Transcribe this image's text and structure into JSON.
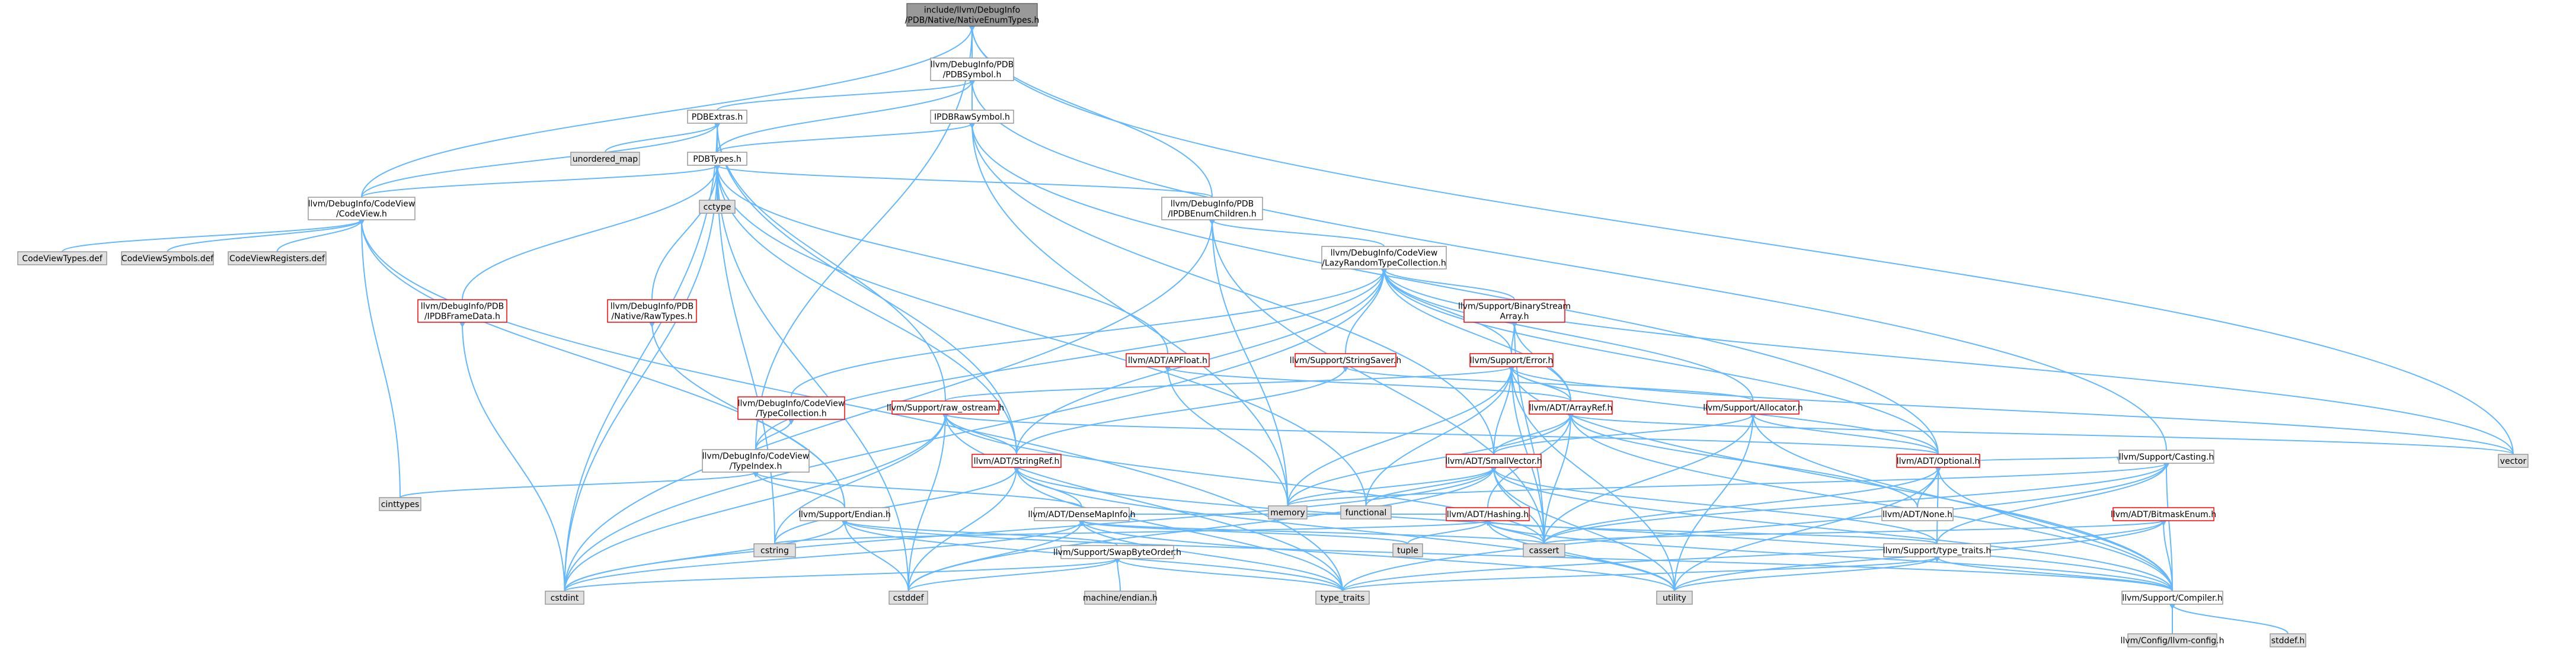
{
  "nodes": {
    "root": {
      "lines": [
        "include/llvm/DebugInfo",
        "/PDB/Native/NativeEnumTypes.h"
      ],
      "kind": "root"
    },
    "pdbsymbol": {
      "lines": [
        "llvm/DebugInfo/PDB",
        "/PDBSymbol.h"
      ],
      "kind": "normal"
    },
    "pdbextras": {
      "lines": [
        "PDBExtras.h"
      ],
      "kind": "normal"
    },
    "ipdbrawsymbol": {
      "lines": [
        "IPDBRawSymbol.h"
      ],
      "kind": "normal"
    },
    "unordered_map": {
      "lines": [
        "unordered_map"
      ],
      "kind": "gray"
    },
    "pdbtypes": {
      "lines": [
        "PDBTypes.h"
      ],
      "kind": "normal"
    },
    "cctype": {
      "lines": [
        "cctype"
      ],
      "kind": "gray"
    },
    "codeview": {
      "lines": [
        "llvm/DebugInfo/CodeView",
        "/CodeView.h"
      ],
      "kind": "normal"
    },
    "ipdbenumchildren": {
      "lines": [
        "llvm/DebugInfo/PDB",
        "/IPDBEnumChildren.h"
      ],
      "kind": "normal"
    },
    "cvtypes": {
      "lines": [
        "CodeViewTypes.def"
      ],
      "kind": "gray"
    },
    "cvsymbols": {
      "lines": [
        "CodeViewSymbols.def"
      ],
      "kind": "gray"
    },
    "cvregisters": {
      "lines": [
        "CodeViewRegisters.def"
      ],
      "kind": "gray"
    },
    "lazyrandom": {
      "lines": [
        "llvm/DebugInfo/CodeView",
        "/LazyRandomTypeCollection.h"
      ],
      "kind": "normal"
    },
    "ipdbframedata": {
      "lines": [
        "llvm/DebugInfo/PDB",
        "/IPDBFrameData.h"
      ],
      "kind": "red"
    },
    "rawtypes": {
      "lines": [
        "llvm/DebugInfo/PDB",
        "/Native/RawTypes.h"
      ],
      "kind": "red"
    },
    "binarystreamarray": {
      "lines": [
        "llvm/Support/BinaryStream",
        "Array.h"
      ],
      "kind": "red"
    },
    "stringsaver": {
      "lines": [
        "llvm/Support/StringSaver.h"
      ],
      "kind": "red"
    },
    "error": {
      "lines": [
        "llvm/Support/Error.h"
      ],
      "kind": "red"
    },
    "apfloat": {
      "lines": [
        "llvm/ADT/APFloat.h"
      ],
      "kind": "red"
    },
    "typecollection": {
      "lines": [
        "llvm/DebugInfo/CodeView",
        "/TypeCollection.h"
      ],
      "kind": "red"
    },
    "raw_ostream": {
      "lines": [
        "llvm/Support/raw_ostream.h"
      ],
      "kind": "red"
    },
    "arrayref": {
      "lines": [
        "llvm/ADT/ArrayRef.h"
      ],
      "kind": "red"
    },
    "allocator": {
      "lines": [
        "llvm/Support/Allocator.h"
      ],
      "kind": "red"
    },
    "casting": {
      "lines": [
        "llvm/Support/Casting.h"
      ],
      "kind": "normal"
    },
    "typeindex": {
      "lines": [
        "llvm/DebugInfo/CodeView",
        "/TypeIndex.h"
      ],
      "kind": "normal"
    },
    "stringref": {
      "lines": [
        "llvm/ADT/StringRef.h"
      ],
      "kind": "red"
    },
    "smallvector": {
      "lines": [
        "llvm/ADT/SmallVector.h"
      ],
      "kind": "red"
    },
    "optional": {
      "lines": [
        "llvm/ADT/Optional.h"
      ],
      "kind": "red"
    },
    "vector": {
      "lines": [
        "vector"
      ],
      "kind": "gray"
    },
    "cinttypes": {
      "lines": [
        "cinttypes"
      ],
      "kind": "gray"
    },
    "memory": {
      "lines": [
        "memory"
      ],
      "kind": "gray"
    },
    "functional": {
      "lines": [
        "functional"
      ],
      "kind": "gray"
    },
    "endian": {
      "lines": [
        "llvm/Support/Endian.h"
      ],
      "kind": "normal"
    },
    "densemapinfo": {
      "lines": [
        "llvm/ADT/DenseMapInfo.h"
      ],
      "kind": "normal"
    },
    "hashing": {
      "lines": [
        "llvm/ADT/Hashing.h"
      ],
      "kind": "red"
    },
    "none": {
      "lines": [
        "llvm/ADT/None.h"
      ],
      "kind": "normal"
    },
    "bitmaskenum": {
      "lines": [
        "llvm/ADT/BitmaskEnum.h"
      ],
      "kind": "red"
    },
    "cstring": {
      "lines": [
        "cstring"
      ],
      "kind": "gray"
    },
    "swapbyteorder": {
      "lines": [
        "llvm/Support/SwapByteOrder.h"
      ],
      "kind": "normal"
    },
    "tuple": {
      "lines": [
        "tuple"
      ],
      "kind": "gray"
    },
    "cassert": {
      "lines": [
        "cassert"
      ],
      "kind": "gray"
    },
    "type_traits_h": {
      "lines": [
        "llvm/Support/type_traits.h"
      ],
      "kind": "normal"
    },
    "cstdint": {
      "lines": [
        "cstdint"
      ],
      "kind": "gray"
    },
    "cstddef": {
      "lines": [
        "cstddef"
      ],
      "kind": "gray"
    },
    "machine_endian": {
      "lines": [
        "machine/endian.h"
      ],
      "kind": "gray"
    },
    "type_traits": {
      "lines": [
        "type_traits"
      ],
      "kind": "gray"
    },
    "utility": {
      "lines": [
        "utility"
      ],
      "kind": "gray"
    },
    "compiler": {
      "lines": [
        "llvm/Support/Compiler.h"
      ],
      "kind": "normal"
    },
    "llvmconfig": {
      "lines": [
        "llvm/Config/llvm-config.h"
      ],
      "kind": "gray"
    },
    "stddef": {
      "lines": [
        "stddef.h"
      ],
      "kind": "gray"
    }
  },
  "edges": [
    [
      "root",
      "pdbsymbol"
    ],
    [
      "root",
      "codeview"
    ],
    [
      "root",
      "ipdbenumchildren"
    ],
    [
      "root",
      "typeindex"
    ],
    [
      "root",
      "vector"
    ],
    [
      "pdbsymbol",
      "pdbextras"
    ],
    [
      "pdbsymbol",
      "ipdbrawsymbol"
    ],
    [
      "pdbsymbol",
      "pdbtypes"
    ],
    [
      "pdbsymbol",
      "casting"
    ],
    [
      "pdbextras",
      "unordered_map"
    ],
    [
      "pdbextras",
      "pdbtypes"
    ],
    [
      "pdbextras",
      "codeview"
    ],
    [
      "pdbextras",
      "raw_ostream"
    ],
    [
      "pdbextras",
      "cstdint"
    ],
    [
      "pdbextras",
      "stringref"
    ],
    [
      "ipdbrawsymbol",
      "pdbtypes"
    ],
    [
      "ipdbrawsymbol",
      "smallvector"
    ],
    [
      "ipdbrawsymbol",
      "memory"
    ],
    [
      "ipdbrawsymbol",
      "optional"
    ],
    [
      "pdbtypes",
      "cctype"
    ],
    [
      "pdbtypes",
      "codeview"
    ],
    [
      "pdbtypes",
      "ipdbenumchildren"
    ],
    [
      "pdbtypes",
      "ipdbframedata"
    ],
    [
      "pdbtypes",
      "rawtypes"
    ],
    [
      "pdbtypes",
      "apfloat"
    ],
    [
      "pdbtypes",
      "stringref"
    ],
    [
      "pdbtypes",
      "cstddef"
    ],
    [
      "pdbtypes",
      "cstdint"
    ],
    [
      "pdbtypes",
      "cstring"
    ],
    [
      "pdbtypes",
      "functional"
    ],
    [
      "codeview",
      "cvtypes"
    ],
    [
      "codeview",
      "cvsymbols"
    ],
    [
      "codeview",
      "cvregisters"
    ],
    [
      "codeview",
      "cinttypes"
    ],
    [
      "codeview",
      "type_traits"
    ],
    [
      "codeview",
      "endian"
    ],
    [
      "ipdbenumchildren",
      "lazyrandom"
    ],
    [
      "ipdbenumchildren",
      "cassert"
    ],
    [
      "ipdbenumchildren",
      "cstdint"
    ],
    [
      "ipdbenumchildren",
      "memory"
    ],
    [
      "lazyrandom",
      "typecollection"
    ],
    [
      "lazyrandom",
      "typeindex"
    ],
    [
      "lazyrandom",
      "arrayref"
    ],
    [
      "lazyrandom",
      "optional"
    ],
    [
      "lazyrandom",
      "stringref"
    ],
    [
      "lazyrandom",
      "binarystreamarray"
    ],
    [
      "lazyrandom",
      "stringsaver"
    ],
    [
      "lazyrandom",
      "error"
    ],
    [
      "lazyrandom",
      "allocator"
    ],
    [
      "lazyrandom",
      "vector"
    ],
    [
      "lazyrandom",
      "cstdint"
    ],
    [
      "ipdbframedata",
      "cstdint"
    ],
    [
      "rawtypes",
      "endian"
    ],
    [
      "binarystreamarray",
      "arrayref"
    ],
    [
      "binarystreamarray",
      "error"
    ],
    [
      "binarystreamarray",
      "cassert"
    ],
    [
      "stringsaver",
      "stringref"
    ],
    [
      "stringsaver",
      "allocator"
    ],
    [
      "error",
      "raw_ostream"
    ],
    [
      "error",
      "smallvector"
    ],
    [
      "error",
      "optional"
    ],
    [
      "error",
      "arrayref"
    ],
    [
      "error",
      "cassert"
    ],
    [
      "error",
      "memory"
    ],
    [
      "error",
      "functional"
    ],
    [
      "error",
      "compiler"
    ],
    [
      "error",
      "utility"
    ],
    [
      "error",
      "vector"
    ],
    [
      "apfloat",
      "arrayref"
    ],
    [
      "apfloat",
      "memory"
    ],
    [
      "typecollection",
      "typeindex"
    ],
    [
      "raw_ostream",
      "stringref"
    ],
    [
      "raw_ostream",
      "optional"
    ],
    [
      "raw_ostream",
      "cstdint"
    ],
    [
      "raw_ostream",
      "cstddef"
    ],
    [
      "raw_ostream",
      "cassert"
    ],
    [
      "raw_ostream",
      "cstring"
    ],
    [
      "raw_ostream",
      "type_traits"
    ],
    [
      "arrayref",
      "smallvector"
    ],
    [
      "arrayref",
      "hashing"
    ],
    [
      "arrayref",
      "none"
    ],
    [
      "arrayref",
      "cassert"
    ],
    [
      "arrayref",
      "memory"
    ],
    [
      "arrayref",
      "vector"
    ],
    [
      "arrayref",
      "compiler"
    ],
    [
      "allocator",
      "smallvector"
    ],
    [
      "allocator",
      "compiler"
    ],
    [
      "allocator",
      "cassert"
    ],
    [
      "allocator",
      "utility"
    ],
    [
      "allocator",
      "optional"
    ],
    [
      "casting",
      "optional"
    ],
    [
      "casting",
      "compiler"
    ],
    [
      "casting",
      "type_traits_h"
    ],
    [
      "casting",
      "cassert"
    ],
    [
      "casting",
      "memory"
    ],
    [
      "casting",
      "type_traits"
    ],
    [
      "typeindex",
      "endian"
    ],
    [
      "typeindex",
      "cinttypes"
    ],
    [
      "typeindex",
      "densemapinfo"
    ],
    [
      "stringref",
      "densemapinfo"
    ],
    [
      "stringref",
      "compiler"
    ],
    [
      "stringref",
      "cstring"
    ],
    [
      "stringref",
      "cstddef"
    ],
    [
      "stringref",
      "type_traits"
    ],
    [
      "stringref",
      "utility"
    ],
    [
      "smallvector",
      "compiler"
    ],
    [
      "smallvector",
      "type_traits_h"
    ],
    [
      "smallvector",
      "cassert"
    ],
    [
      "smallvector",
      "cstddef"
    ],
    [
      "smallvector",
      "cstdint"
    ],
    [
      "smallvector",
      "functional"
    ],
    [
      "smallvector",
      "memory"
    ],
    [
      "smallvector",
      "utility"
    ],
    [
      "optional",
      "none"
    ],
    [
      "optional",
      "compiler"
    ],
    [
      "optional",
      "type_traits_h"
    ],
    [
      "optional",
      "cassert"
    ],
    [
      "optional",
      "utility"
    ],
    [
      "endian",
      "swapbyteorder"
    ],
    [
      "endian",
      "compiler"
    ],
    [
      "endian",
      "cstddef"
    ],
    [
      "endian",
      "cstdint"
    ],
    [
      "endian",
      "type_traits"
    ],
    [
      "densemapinfo",
      "hashing"
    ],
    [
      "densemapinfo",
      "cassert"
    ],
    [
      "densemapinfo",
      "cstddef"
    ],
    [
      "densemapinfo",
      "cstdint"
    ],
    [
      "densemapinfo",
      "tuple"
    ],
    [
      "densemapinfo",
      "type_traits"
    ],
    [
      "densemapinfo",
      "utility"
    ],
    [
      "hashing",
      "type_traits_h"
    ],
    [
      "hashing",
      "cassert"
    ],
    [
      "hashing",
      "cstring"
    ],
    [
      "hashing",
      "tuple"
    ],
    [
      "hashing",
      "utility"
    ],
    [
      "hashing",
      "compiler"
    ],
    [
      "bitmaskenum",
      "compiler"
    ],
    [
      "bitmaskenum",
      "cassert"
    ],
    [
      "bitmaskenum",
      "type_traits"
    ],
    [
      "bitmaskenum",
      "utility"
    ],
    [
      "swapbyteorder",
      "cstddef"
    ],
    [
      "swapbyteorder",
      "cstdint"
    ],
    [
      "swapbyteorder",
      "type_traits"
    ],
    [
      "swapbyteorder",
      "machine_endian"
    ],
    [
      "type_traits_h",
      "compiler"
    ],
    [
      "type_traits_h",
      "type_traits"
    ],
    [
      "type_traits_h",
      "utility"
    ],
    [
      "compiler",
      "llvmconfig"
    ],
    [
      "compiler",
      "stddef"
    ]
  ]
}
